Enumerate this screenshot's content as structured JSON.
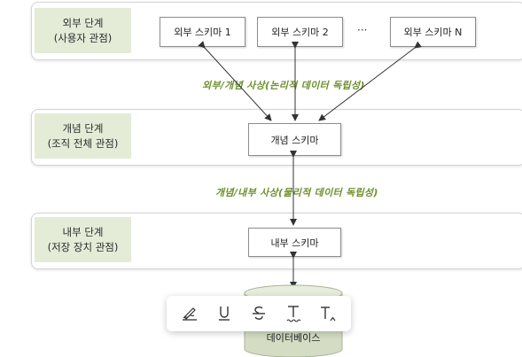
{
  "levels": {
    "external": {
      "line1": "외부 단계",
      "line2": "(사용자 관점)"
    },
    "conceptual": {
      "line1": "개념 단계",
      "line2": "(조직 전체 관점)"
    },
    "internal": {
      "line1": "내부 단계",
      "line2": "(저장 장치 관점)"
    }
  },
  "schemas": {
    "external_1": "외부 스키마 1",
    "external_2": "외부 스키마 2",
    "ellipsis": "···",
    "external_n": "외부 스키마 N",
    "conceptual": "개념 스키마",
    "internal": "내부 스키마"
  },
  "mappings": {
    "external_conceptual": "외부/개념 사상(논리적 데이터 독립성)",
    "conceptual_internal": "개념/내부 사상(물리적 데이터 독립성)"
  },
  "database": {
    "label": "데이터베이스"
  },
  "toolbar": {
    "tools": [
      {
        "name": "signature-icon"
      },
      {
        "name": "underline-icon"
      },
      {
        "name": "strikethrough-icon"
      },
      {
        "name": "squiggly-underline-icon"
      },
      {
        "name": "text-insert-icon"
      }
    ]
  },
  "colors": {
    "level_fill": "#e4ecd8",
    "mapping_text": "#6f8f2e"
  }
}
